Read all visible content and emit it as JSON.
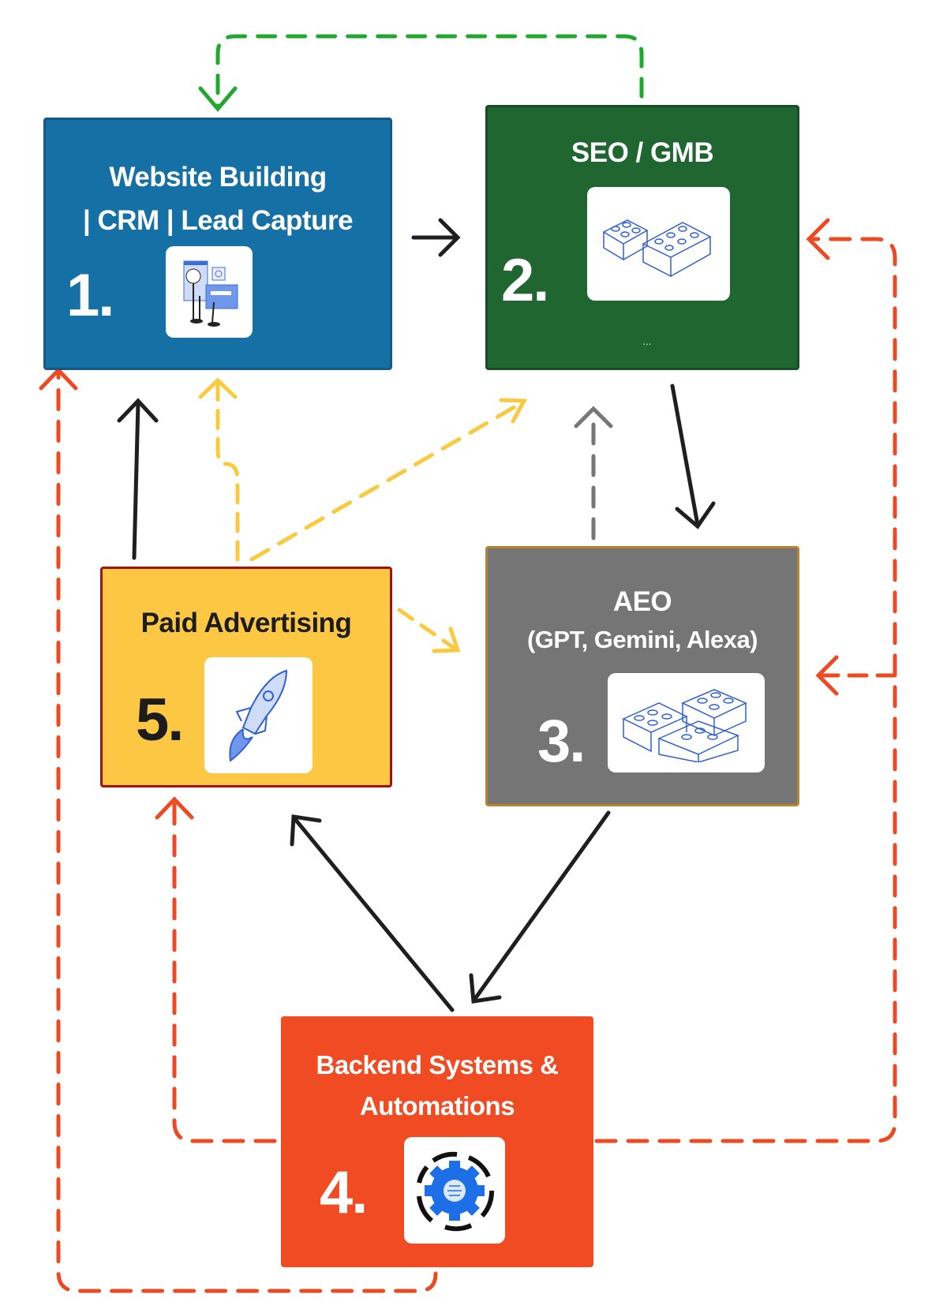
{
  "nodes": {
    "website": {
      "number": "1.",
      "title_line1": "Website Building",
      "title_line2": "| CRM | Lead Capture",
      "icon": "web-browsing-hands-icon",
      "color": "#1570a6"
    },
    "seo": {
      "number": "2.",
      "title": "SEO / GMB",
      "icon": "building-blocks-icon",
      "ellipsis": "...",
      "color": "#1f6630"
    },
    "aeo": {
      "number": "3.",
      "title_line1": "AEO",
      "title_line2": "(GPT, Gemini, Alexa)",
      "icon": "building-blocks-icon",
      "color": "#757575"
    },
    "backend": {
      "number": "4.",
      "title_line1": "Backend Systems &",
      "title_line2": "Automations",
      "icon": "gear-cycle-icon",
      "color": "#f04b23"
    },
    "paid": {
      "number": "5.",
      "title": "Paid Advertising",
      "icon": "rocket-icon",
      "color": "#fcc844"
    }
  },
  "colors": {
    "black_arrow": "#1f1f1f",
    "green_dashed": "#22a82e",
    "red_dashed": "#ee4a22",
    "yellow_dashed": "#fbc93e",
    "gray_dashed": "#777777"
  }
}
